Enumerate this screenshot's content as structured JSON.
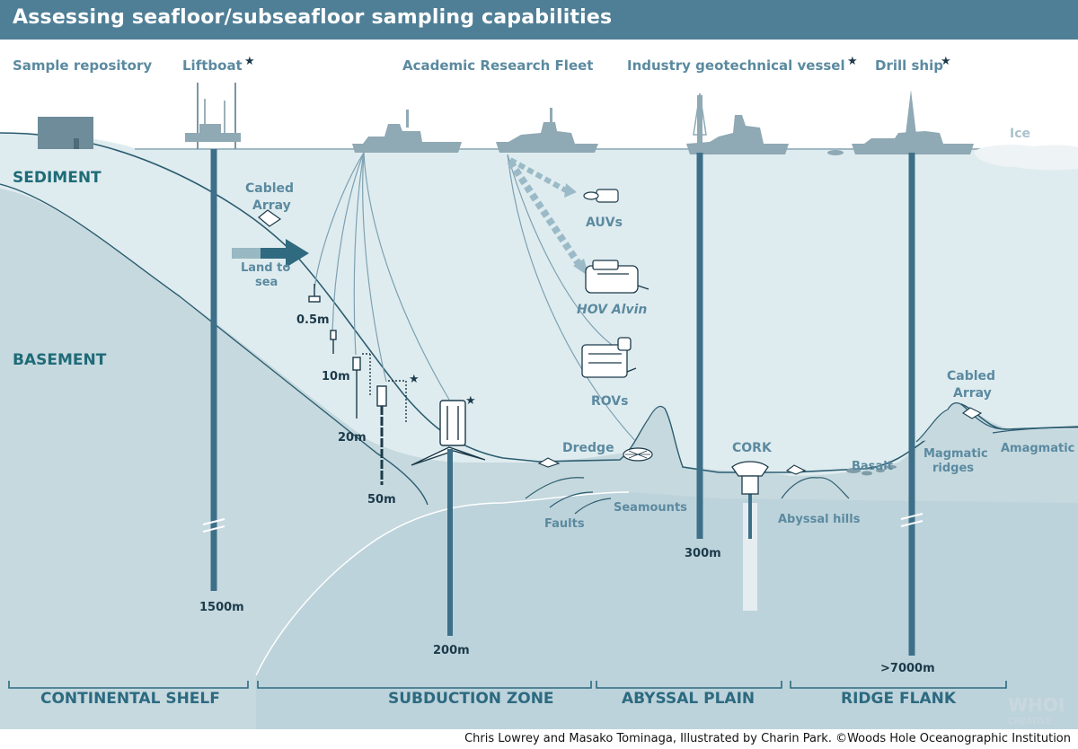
{
  "title": "Assessing seafloor/subseafloor sampling capabilities",
  "credit": "Chris Lowrey and Masako Tominaga, Illustrated by Charin Park. ©Woods Hole Oceanographic Institution",
  "colors": {
    "title_bar": "#4f7f96",
    "label": "#5b8aa0",
    "sediment": "#dfecef",
    "basement": "#c6d9df",
    "deep": "#b9d0d8",
    "drill_pipe": "#3d7088",
    "dark": "#1c3a4a"
  },
  "platforms": {
    "sample_repository": "Sample repository",
    "liftboat": "Liftboat",
    "academic_fleet": "Academic Research Fleet",
    "geotech_vessel": "Industry geotechnical vessel",
    "drill_ship": "Drill ship",
    "ice": "Ice",
    "star": "★"
  },
  "layers": {
    "sediment": "SEDIMENT",
    "basement": "BASEMENT"
  },
  "features": {
    "cabled_array_left_1": "Cabled",
    "cabled_array_left_2": "Array",
    "land_to_sea_1": "Land to",
    "land_to_sea_2": "sea",
    "auvs": "AUVs",
    "hov_alvin": "HOV Alvin",
    "rovs": "ROVs",
    "dredge": "Dredge",
    "seamounts": "Seamounts",
    "faults": "Faults",
    "cork": "CORK",
    "basalt": "Basalt",
    "abyssal_hills": "Abyssal hills",
    "cabled_array_right_1": "Cabled",
    "cabled_array_right_2": "Array",
    "magmatic_ridges_1": "Magmatic",
    "magmatic_ridges_2": "ridges",
    "amagmatic": "Amagmatic"
  },
  "depths": {
    "d05": "0.5m",
    "d10": "10m",
    "d20": "20m",
    "d50": "50m",
    "d200": "200m",
    "d300": "300m",
    "d1500": "1500m",
    "d7000": ">7000m"
  },
  "zones": {
    "continental_shelf": "CONTINENTAL SHELF",
    "subduction_zone": "SUBDUCTION ZONE",
    "abyssal_plain": "ABYSSAL PLAIN",
    "ridge_flank": "RIDGE FLANK"
  },
  "logo": {
    "line1": "WHOI",
    "line2": "CREATIVE"
  }
}
